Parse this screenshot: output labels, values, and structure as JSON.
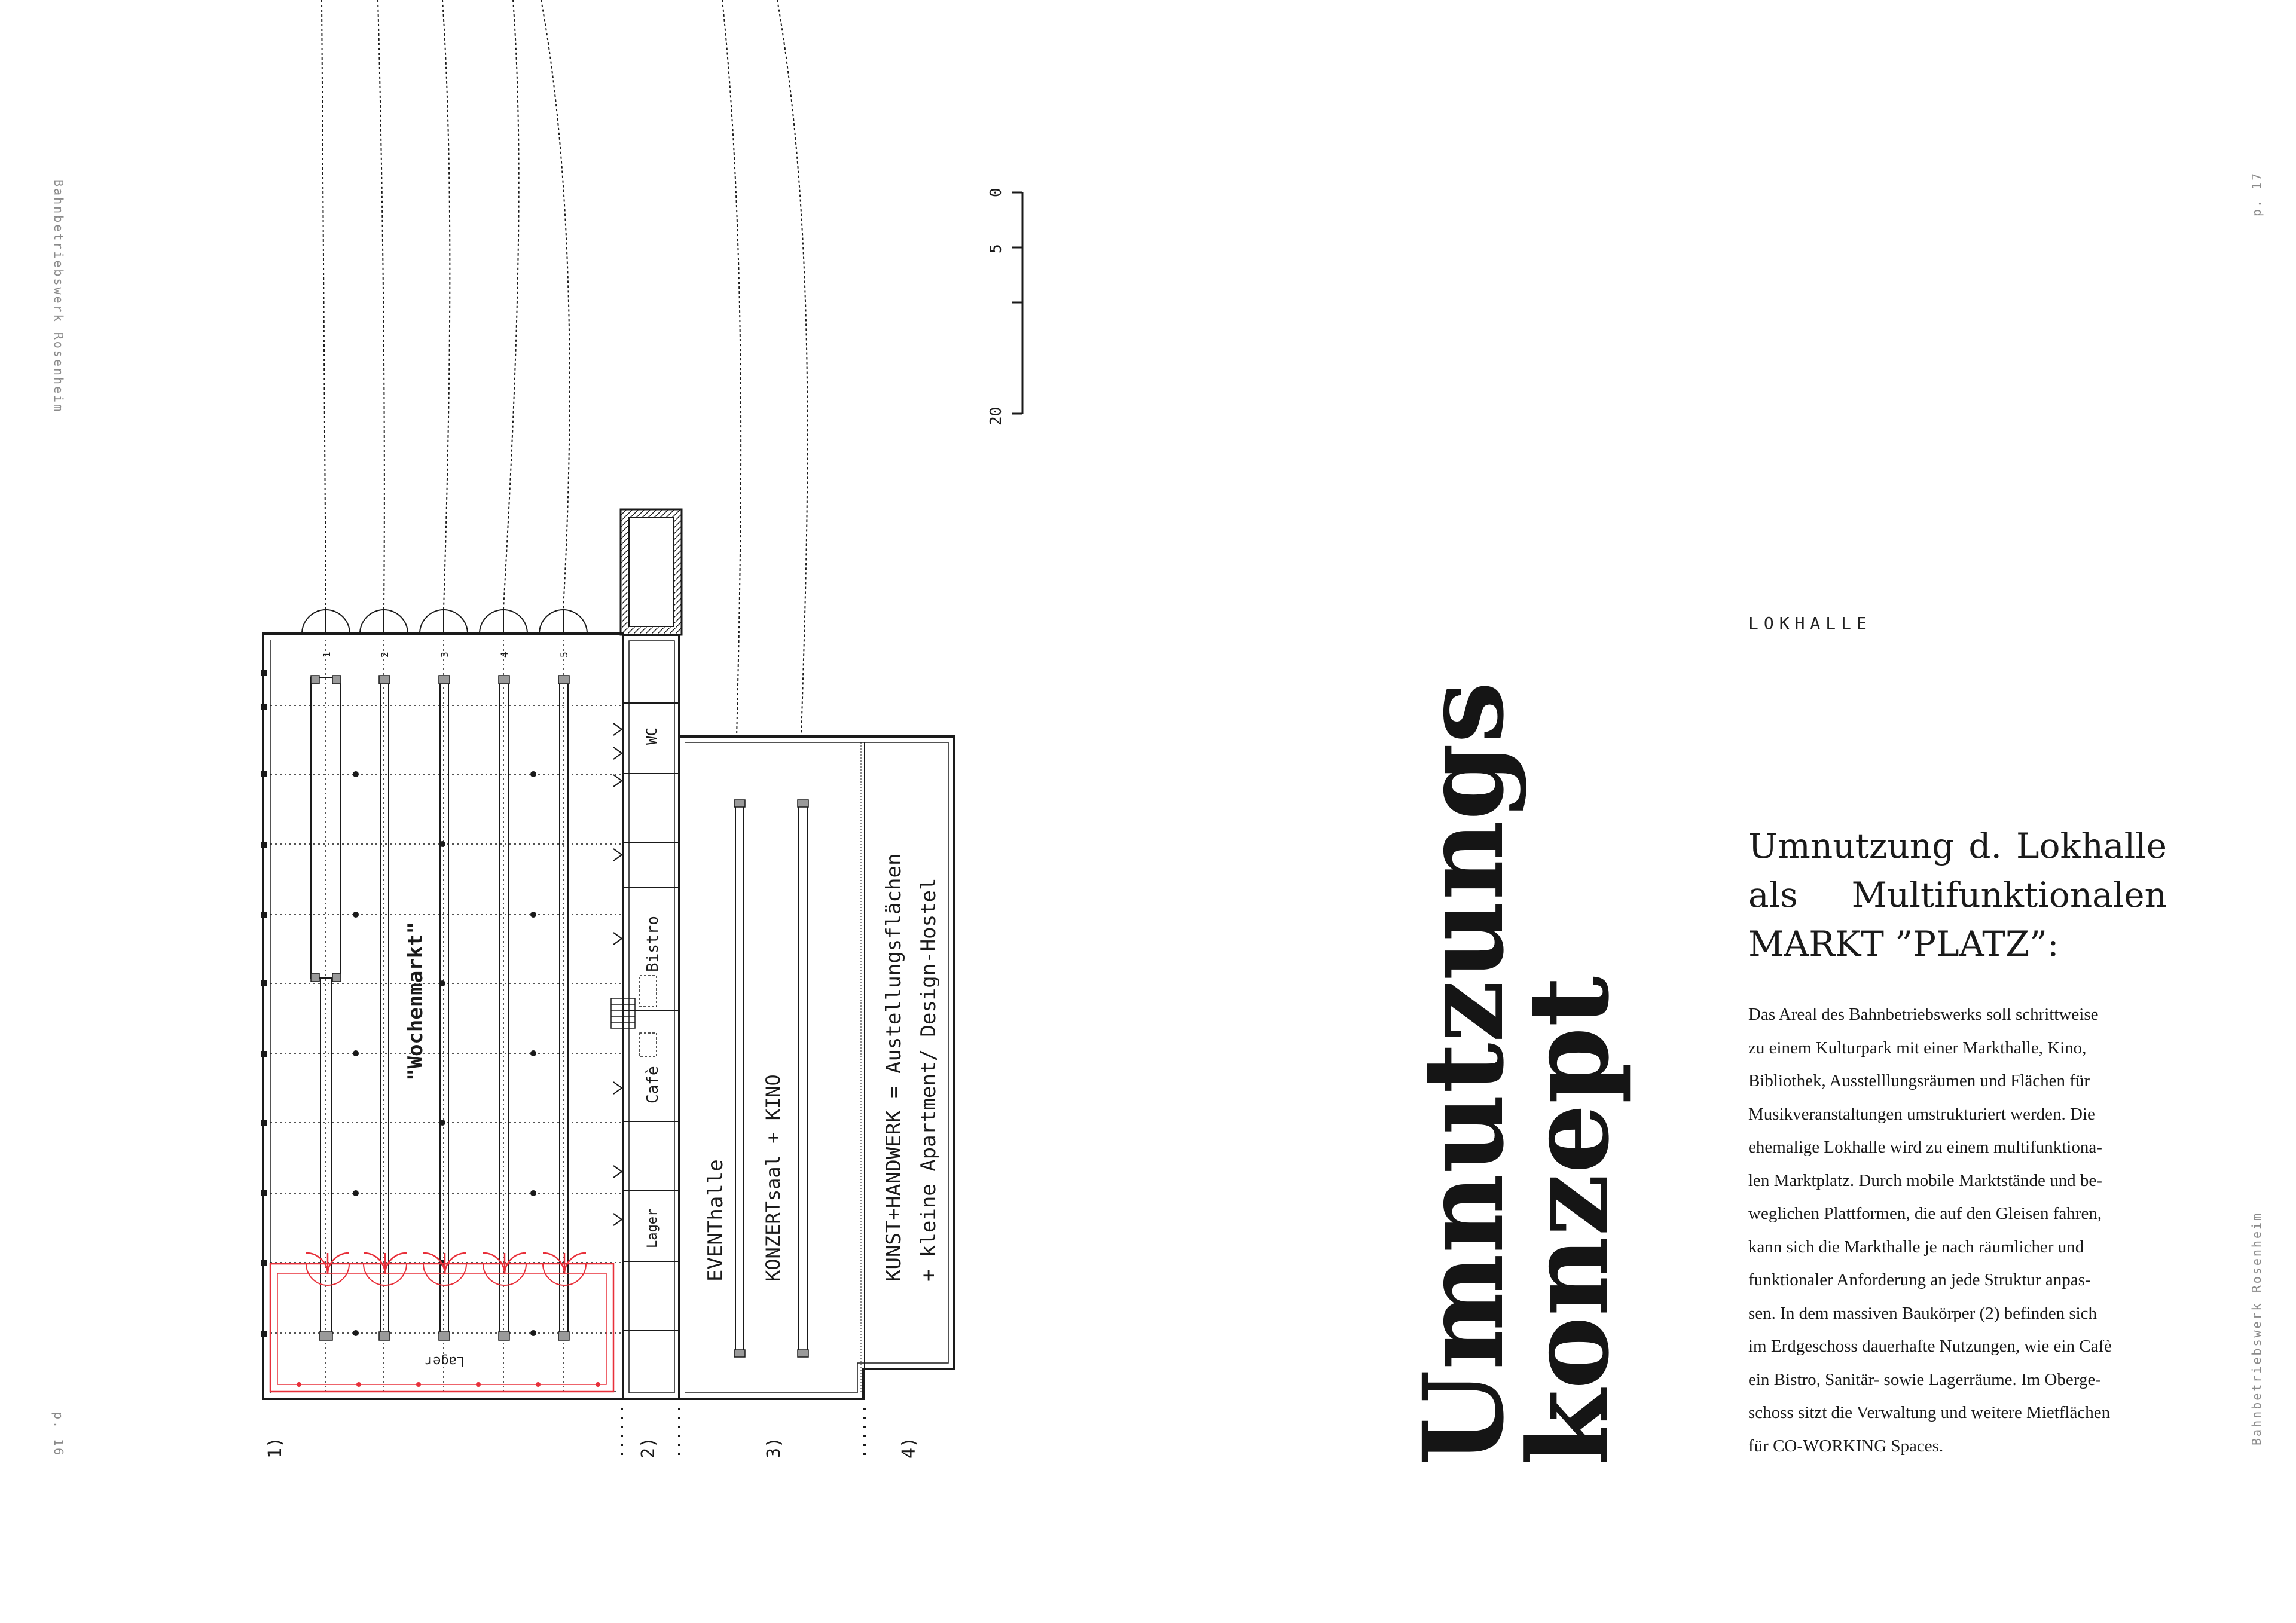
{
  "page": {
    "running_head": "Bahnbetriebswerk Rosenheim",
    "page_left": "p. 16",
    "page_right": "p. 17"
  },
  "scale_bar": {
    "ticks": [
      "0",
      "5",
      "20"
    ]
  },
  "plan": {
    "sections": [
      "1)",
      "2)",
      "3)",
      "4)"
    ],
    "track_numbers": [
      "1",
      "2",
      "3",
      "4",
      "5"
    ],
    "rooms": {
      "wc": "WC",
      "bistro": "Bistro",
      "cafe": "Cafè",
      "lager": "Lager",
      "lager_mirrored": "Lager"
    },
    "market_label": "\"Wochenmarkt\"",
    "event_label": "EVENThalle",
    "concert_label": "KONZERTsaal + KINO",
    "craft_label_1": "KUNST+HANDWERK = Austellungsflächen",
    "craft_label_2": "+ kleine Apartment/ Design-Hostel",
    "colors": {
      "line": "#1a1a1a",
      "highlight": "#e8303a",
      "fill": "#9a9a9a"
    }
  },
  "content": {
    "section_label": "LOKHALLE",
    "title_line1": "Umnutzungs",
    "title_line2": "konzept",
    "heading_lines": [
      "Umnutzung d. Lokhalle",
      "als Multifunktionalen",
      "MARKT ”PLATZ”:"
    ],
    "body_lines": [
      "Das Areal des Bahnbetriebswerks soll schrittweise",
      "zu einem Kulturpark mit einer Markthalle, Kino,",
      "Bibliothek, Ausstelllungsräumen und Flächen für",
      "Musikveranstaltungen umstrukturiert werden. Die",
      "ehemalige Lokhalle wird zu einem multifunktiona-",
      "len Marktplatz. Durch mobile Marktstände und be-",
      "weglichen Plattformen, die auf den Gleisen fahren,",
      "kann sich die Markthalle je nach räumlicher und",
      "funktionaler Anforderung  an jede Struktur anpas-",
      "sen. In dem massiven Baukörper (2) befinden sich",
      "im Erdgeschoss dauerhafte Nutzungen, wie ein Cafè",
      "ein Bistro, Sanitär- sowie Lagerräume. Im Oberge-",
      "schoss sitzt die Verwaltung und weitere Mietflächen",
      "für CO-WORKING Spaces."
    ]
  }
}
